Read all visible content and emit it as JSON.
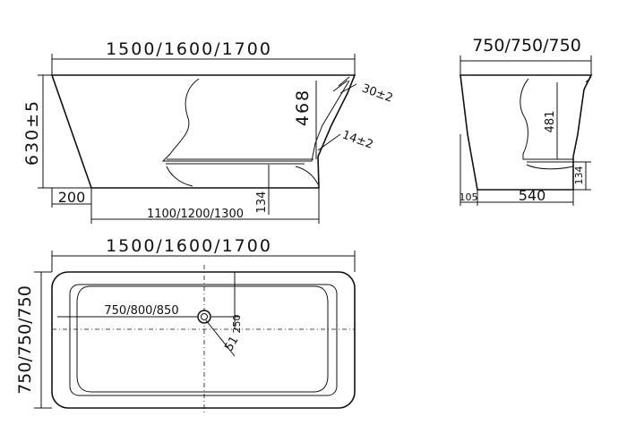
{
  "side_view": {
    "overall_length": "1500/1600/1700",
    "height": "630±5",
    "depth": "468",
    "top_angle": "30±2",
    "bottom_angle": "14±2",
    "base_offset": "200",
    "base_length": "1100/1200/1300",
    "drain_height": "134"
  },
  "end_view": {
    "width": "750/750/750",
    "depth": "481",
    "drain_height": "134",
    "base_offset": "105",
    "base_width": "540"
  },
  "top_view": {
    "overall_length": "1500/1600/1700",
    "overall_width": "750/750/750",
    "drain_position": "750/800/850",
    "drain_offset": "250",
    "drain_diameter": "51"
  }
}
